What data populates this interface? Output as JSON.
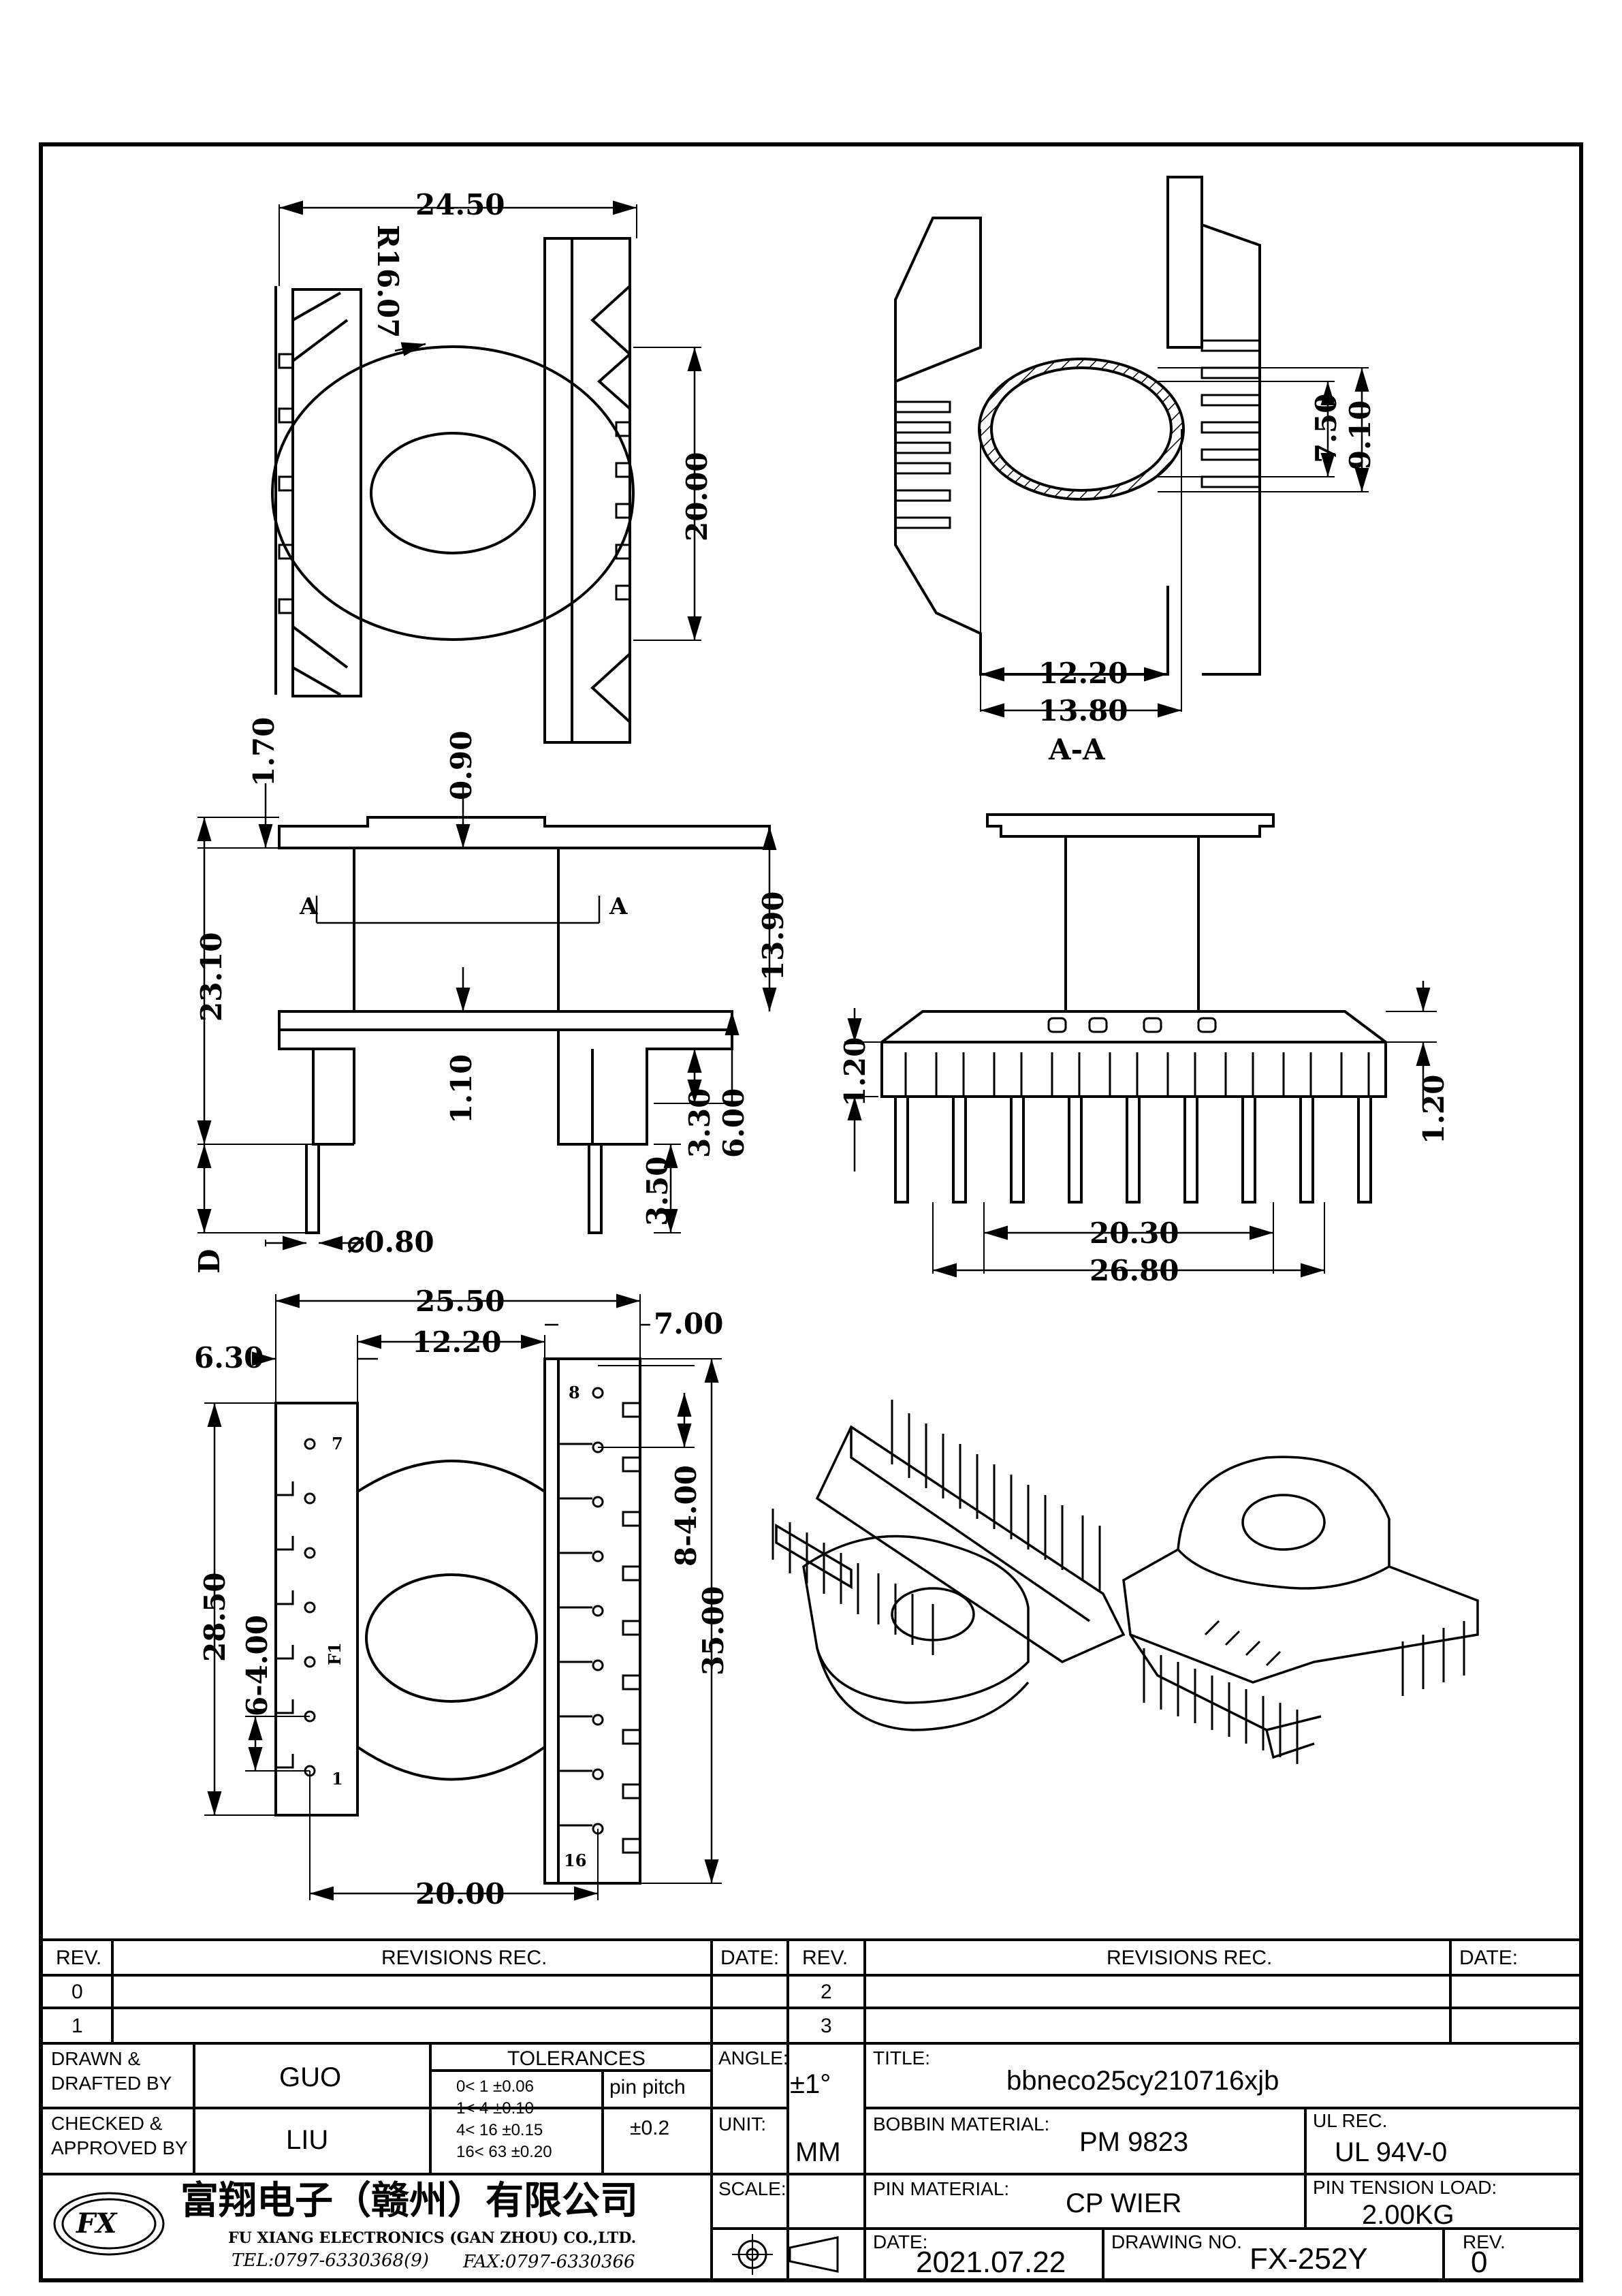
{
  "dimensions": {
    "top_width": "24.50",
    "radius": "R16.07",
    "top_height": "20.00",
    "inner_h": "7.50",
    "outer_h": "9.10",
    "inner_w": "12.20",
    "outer_w": "13.80",
    "section_label": "A-A",
    "flange_t": "1.70",
    "flange_web": "0.90",
    "total_h": "23.10",
    "winding_h": "13.90",
    "base_t": "1.10",
    "base_h": "3.30",
    "base_h2": "6.00",
    "pin_len": "3.50",
    "pin_dia": "⌀0.80",
    "d_label": "D",
    "section_mark": "A",
    "step_l": "1.20",
    "step_r": "1.20",
    "pin_row_inner": "20.30",
    "pin_row_outer": "26.80",
    "bottom_w": "25.50",
    "offset_l": "6.30",
    "core_w": "12.20",
    "right_w": "7.00",
    "left_h": "28.50",
    "left_pitch": "6-4.00",
    "right_pitch": "8-4.00",
    "right_h": "35.00",
    "pin_span": "20.00",
    "pin_labels": {
      "p1": "1",
      "p7": "7",
      "p8": "8",
      "p16": "16",
      "f1": "F1"
    }
  },
  "title_block": {
    "h_rev": "REV.",
    "h_revisions": "REVISIONS   REC.",
    "h_date": "DATE:",
    "h_rev2": "REV.",
    "h_revisions2": "REVISIONS   REC.",
    "h_date2": "DATE:",
    "rev_rows": [
      "0",
      "1"
    ],
    "rev_rows2": [
      "2",
      "3"
    ],
    "drawn_label": "DRAWN &\nDRAFTED BY",
    "drawn_value": "GUO",
    "checked_label": "CHECKED &\nAPPROVED BY",
    "checked_value": "LIU",
    "tolerances_label": "TOLERANCES",
    "tolerances": [
      "0<   1   ±0.06",
      "1<   4   ±0.10",
      "4<  16  ±0.15",
      "16<  63  ±0.20"
    ],
    "pin_pitch_label": "pin pitch",
    "pin_pitch_value": "±0.2",
    "angle_label": "ANGLE:",
    "angle_value": "±1°",
    "unit_label": "UNIT:",
    "unit_value": "MM",
    "scale_label": "SCALE:",
    "title_label": "TITLE:",
    "title_value": "bbneco25cy210716xjb",
    "bobbin_label": "BOBBIN MATERIAL:",
    "bobbin_value": "PM 9823",
    "ul_label": "UL REC.",
    "ul_value": "UL 94V-0",
    "pin_mat_label": "PIN MATERIAL:",
    "pin_mat_value": "CP WIER",
    "tension_label": "PIN TENSION LOAD:",
    "tension_value": "2.00KG",
    "date_label": "DATE:",
    "date_value": "2021.07.22",
    "drawing_no_label": "DRAWING NO.",
    "drawing_no_value": "FX-252Y",
    "rev_label": "REV.",
    "rev_value": "0",
    "company_cn": "富翔电子（赣州）有限公司",
    "company_en": "FU XIANG ELECTRONICS (GAN ZHOU) CO.,LTD.",
    "tel": "TEL:0797-6330368(9)",
    "fax": "FAX:0797-6330366",
    "logo_text": "FX"
  }
}
